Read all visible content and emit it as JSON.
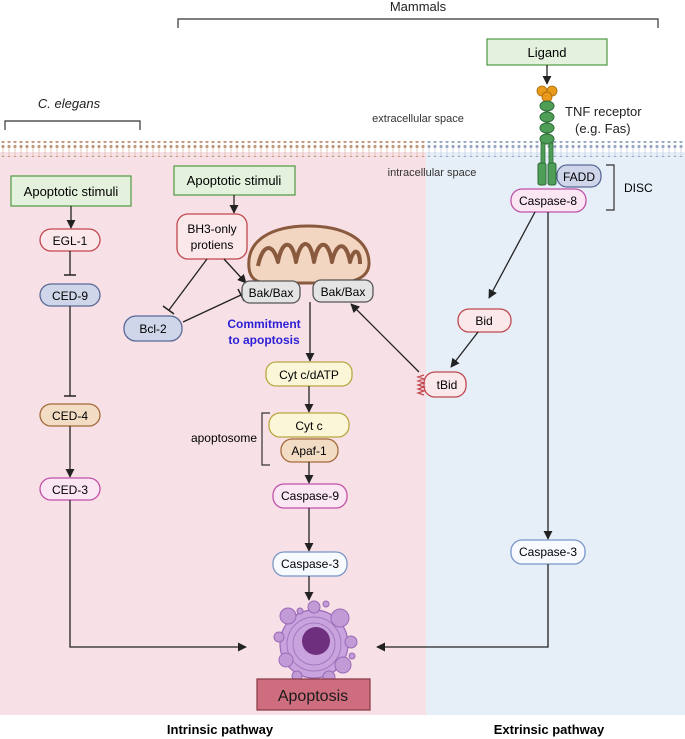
{
  "labels": {
    "mammals": "Mammals",
    "c_elegans": "C. elegans",
    "extracellular": "extracellular space",
    "intracellular": "intracellular space",
    "tnf_receptor_line1": "TNF receptor",
    "tnf_receptor_line2": "(e.g. Fas)",
    "disc": "DISC",
    "apoptosome": "apoptosome",
    "commitment_line1": "Commitment",
    "commitment_line2": "to apoptosis",
    "intrinsic_pathway": "Intrinsic pathway",
    "extrinsic_pathway": "Extrinsic pathway"
  },
  "nodes": {
    "ligand": "Ligand",
    "fadd": "FADD",
    "caspase8": "Caspase-8",
    "apoptotic_stimuli_worm": "Apoptotic stimuli",
    "apoptotic_stimuli_mammal": "Apoptotic stimuli",
    "egl1": "EGL-1",
    "ced9": "CED-9",
    "ced4": "CED-4",
    "ced3": "CED-3",
    "bh3_line1": "BH3-only",
    "bh3_line2": "protiens",
    "bakbax_left": "Bak/Bax",
    "bakbax_right": "Bak/Bax",
    "bcl2": "Bcl-2",
    "cytc_datp": "Cyt c/dATP",
    "cytc": "Cyt c",
    "apaf1": "Apaf-1",
    "caspase9": "Caspase-9",
    "caspase3_intrinsic": "Caspase-3",
    "caspase3_extrinsic": "Caspase-3",
    "bid": "Bid",
    "tbid": "tBid",
    "apoptosis": "Apoptosis"
  },
  "colors": {
    "intrinsic_bg": "#f8e1e6",
    "extrinsic_bg": "#e6eef8",
    "membrane": "#b5876a",
    "green_fill": "#e3f1dd",
    "green_stroke": "#5c9e4b",
    "red_stroke": "#c0474e",
    "blue_fill": "#cfd6ea",
    "blue_stroke": "#5a6896",
    "orange_fill": "#f2dcc4",
    "orange_stroke": "#a56a3b",
    "pink_stroke": "#c052a8",
    "commitment_text": "#2b1ed6",
    "apoptosis_fill": "#cd6d7e",
    "cell_purple": "#b48bcc"
  }
}
